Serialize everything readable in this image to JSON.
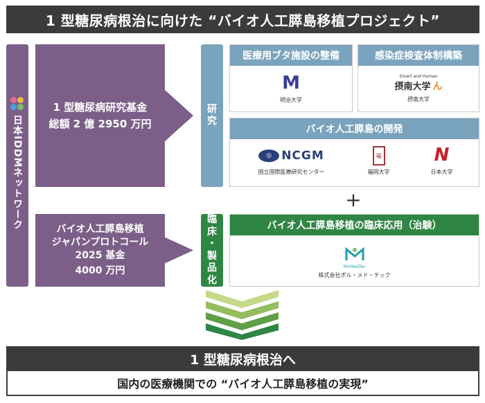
{
  "title": "1 型糖尿病根治に向けた “バイオ人工膵島移植プロジェクト”",
  "network": {
    "label": "日本IDDMネットワーク",
    "logo_icon": "four-petal-logo-icon"
  },
  "funds": [
    {
      "name": "1 型糖尿病研究基金",
      "amount": "総額 2 億 2950 万円"
    },
    {
      "name_line1": "バイオ人工膵島移植",
      "name_line2": "ジャパンプロトコール",
      "name_line3": "2025 基金",
      "amount": "4000 万円"
    }
  ],
  "categories": {
    "research": [
      "研",
      "究"
    ],
    "clinical": [
      "臨",
      "床",
      "・",
      "製",
      "品",
      "化"
    ]
  },
  "boxes": {
    "pig": {
      "title": "医療用ブタ施設の整備",
      "institution": "明治大学",
      "logo": "M"
    },
    "infection": {
      "title": "感染症検査体制構築",
      "institution": "摂南大学",
      "logo_small": "Smart and Human",
      "logo_text": "摂南大学",
      "logo_mark": "ん"
    },
    "development": {
      "title": "バイオ人工膵島の開発",
      "ncgm_text": "NCGM",
      "ncgm_name": "国立国際医療研究センター",
      "fukuoka_name": "福岡大学",
      "fukuoka_seal": "福",
      "nihon_name": "日本大学",
      "nihon_logo": "N"
    },
    "clinical": {
      "title": "バイオ人工膵島移植の臨床応用（治験）",
      "company_logo_text": "PorMedTec",
      "company": "株式会社ポル・メド・テック"
    }
  },
  "plus": "+",
  "goal": {
    "main": "1 型糖尿病根治へ",
    "sub": "国内の医療機関での “バイオ人工膵島移植の実現”"
  },
  "colors": {
    "dark": "#3b3b3b",
    "purple": "#7b5f88",
    "blue": "#7aa3bd",
    "green": "#2f8543",
    "chevron_light": "#c5d98a",
    "chevron_dark": "#2f8543"
  }
}
